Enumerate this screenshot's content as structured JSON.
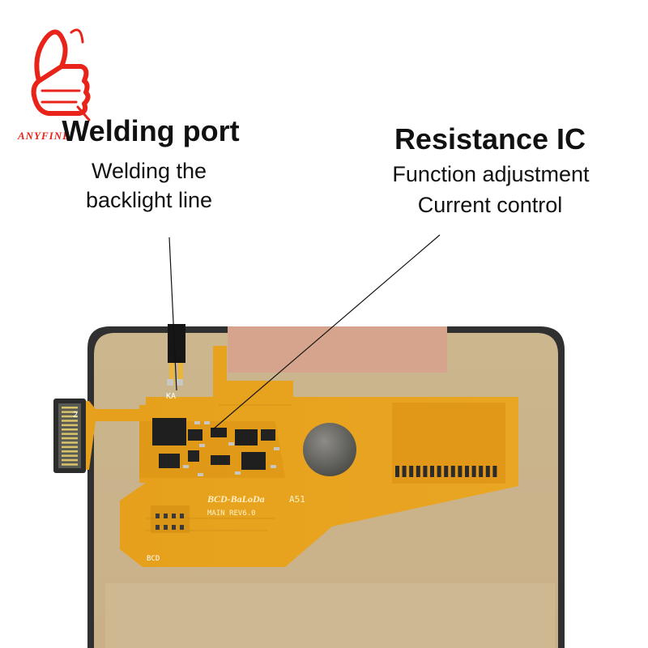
{
  "logo": {
    "brand": "ANYFINE",
    "icon": "thumbs-up-icon"
  },
  "callouts": {
    "welding_port": {
      "title": "Welding port",
      "lines": [
        "Welding the",
        "backlight line"
      ]
    },
    "resistance_ic": {
      "title": "Resistance IC",
      "lines": [
        "Function adjustment",
        "Current control"
      ]
    }
  },
  "pcb_labels": {
    "ka": "KA",
    "connector_number": "2",
    "brand": "BCD-BaLoDa",
    "model": "A51",
    "revision": "MAIN REV6.0",
    "bcd": "BCD"
  },
  "colors": {
    "flex_cable": "#e8a21c",
    "lcd_panel": "#ccb58c",
    "logo_red": "#e8241a",
    "frame": "#2e2e2e"
  }
}
